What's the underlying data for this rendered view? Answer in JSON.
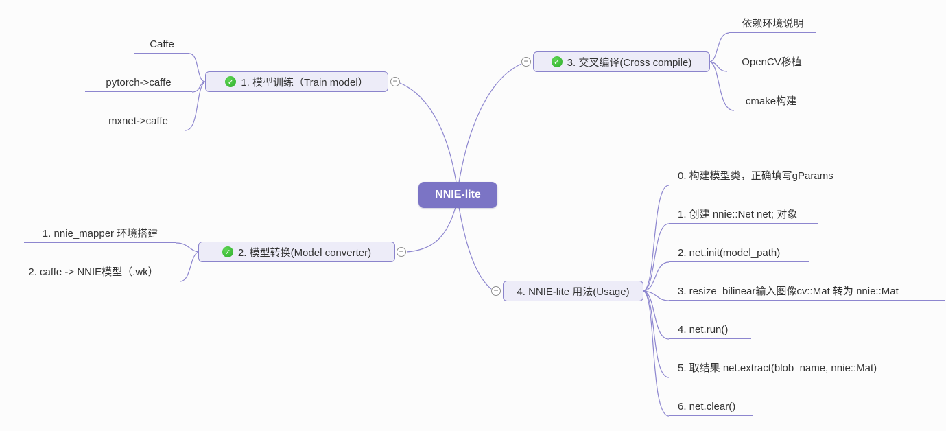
{
  "app": {
    "description": "mind map canvas"
  },
  "colors": {
    "background": "#fcfcfc",
    "branch_line": "#8d86cf",
    "node_fill": "#edecf8",
    "node_border": "#8b84cc",
    "root_fill": "#7b74c5",
    "root_text": "#ffffff",
    "text": "#333333",
    "check_green": "#3eb838"
  },
  "icons": {
    "check_glyph": "✓",
    "collapse_glyph": "−"
  },
  "root": {
    "label": "NNIE-lite"
  },
  "branches": [
    {
      "label": "1. 模型训练（Train model）",
      "checked": true,
      "children": [
        "Caffe",
        "pytorch->caffe",
        "mxnet->caffe"
      ]
    },
    {
      "label": "2. 模型转换(Model converter)",
      "checked": true,
      "children": [
        "1. nnie_mapper 环境搭建",
        "2. caffe -> NNIE模型（.wk）"
      ]
    },
    {
      "label": "3. 交叉编译(Cross compile)",
      "checked": true,
      "children": [
        "依赖环境说明",
        "OpenCV移植",
        "cmake构建"
      ]
    },
    {
      "label": "4. NNIE-lite 用法(Usage)",
      "checked": false,
      "children": [
        "0. 构建模型类，正确填写gParams",
        "1. 创建 nnie::Net net; 对象",
        "2. net.init(model_path)",
        "3. resize_bilinear输入图像cv::Mat 转为 nnie::Mat",
        "4. net.run()",
        "5. 取结果 net.extract(blob_name, nnie::Mat)",
        "6. net.clear()"
      ]
    }
  ]
}
